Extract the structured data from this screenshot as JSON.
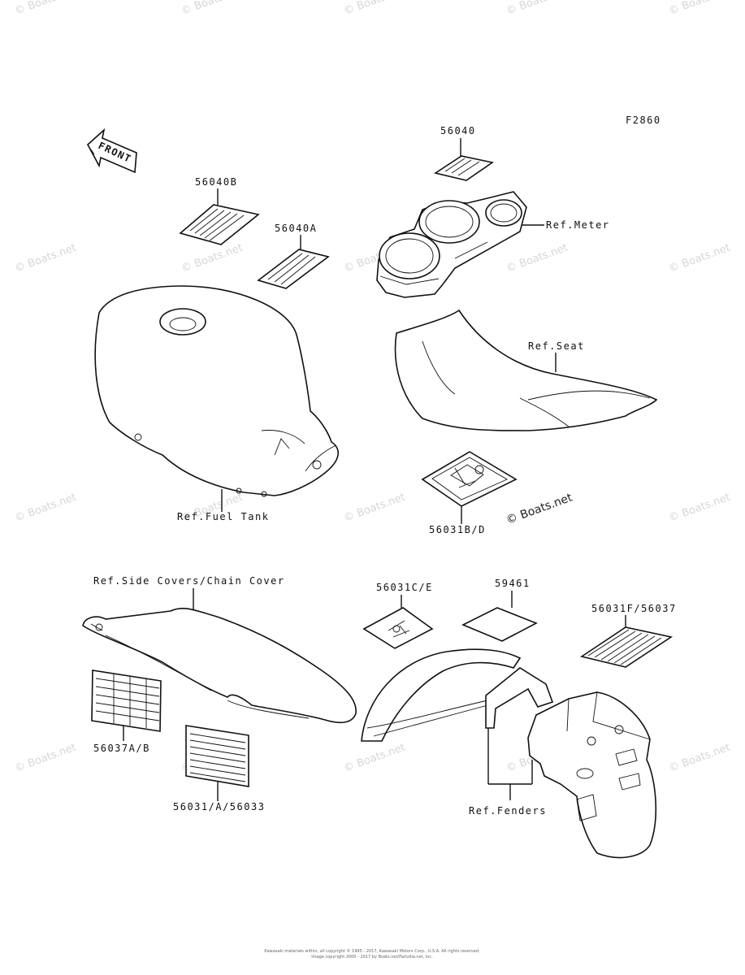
{
  "figure_code": "F2860",
  "front_arrow_label": "FRONT",
  "labels": {
    "l_56040": "56040",
    "l_56040b": "56040B",
    "l_56040a": "56040A",
    "ref_meter": "Ref.Meter",
    "ref_seat": "Ref.Seat",
    "ref_fuel_tank": "Ref.Fuel Tank",
    "l_56031bd": "56031B/D",
    "ref_side_covers": "Ref.Side Covers/Chain Cover",
    "l_56031ce": "56031C/E",
    "l_59461": "59461",
    "l_56031f_56037": "56031F/56037",
    "l_56037ab": "56037A/B",
    "l_56031_a_56033": "56031/A/56033",
    "ref_fenders": "Ref.Fenders"
  },
  "watermark": "© Boats.net",
  "footer": {
    "line1": "Kawasaki materials within, all copyright © 1995 - 2017, Kawasaki Motors Corp., U.S.A.  All rights reserved.",
    "line2": "Image copyright 2000 - 2017 by Boats.net/Partzilla.net, Inc."
  }
}
